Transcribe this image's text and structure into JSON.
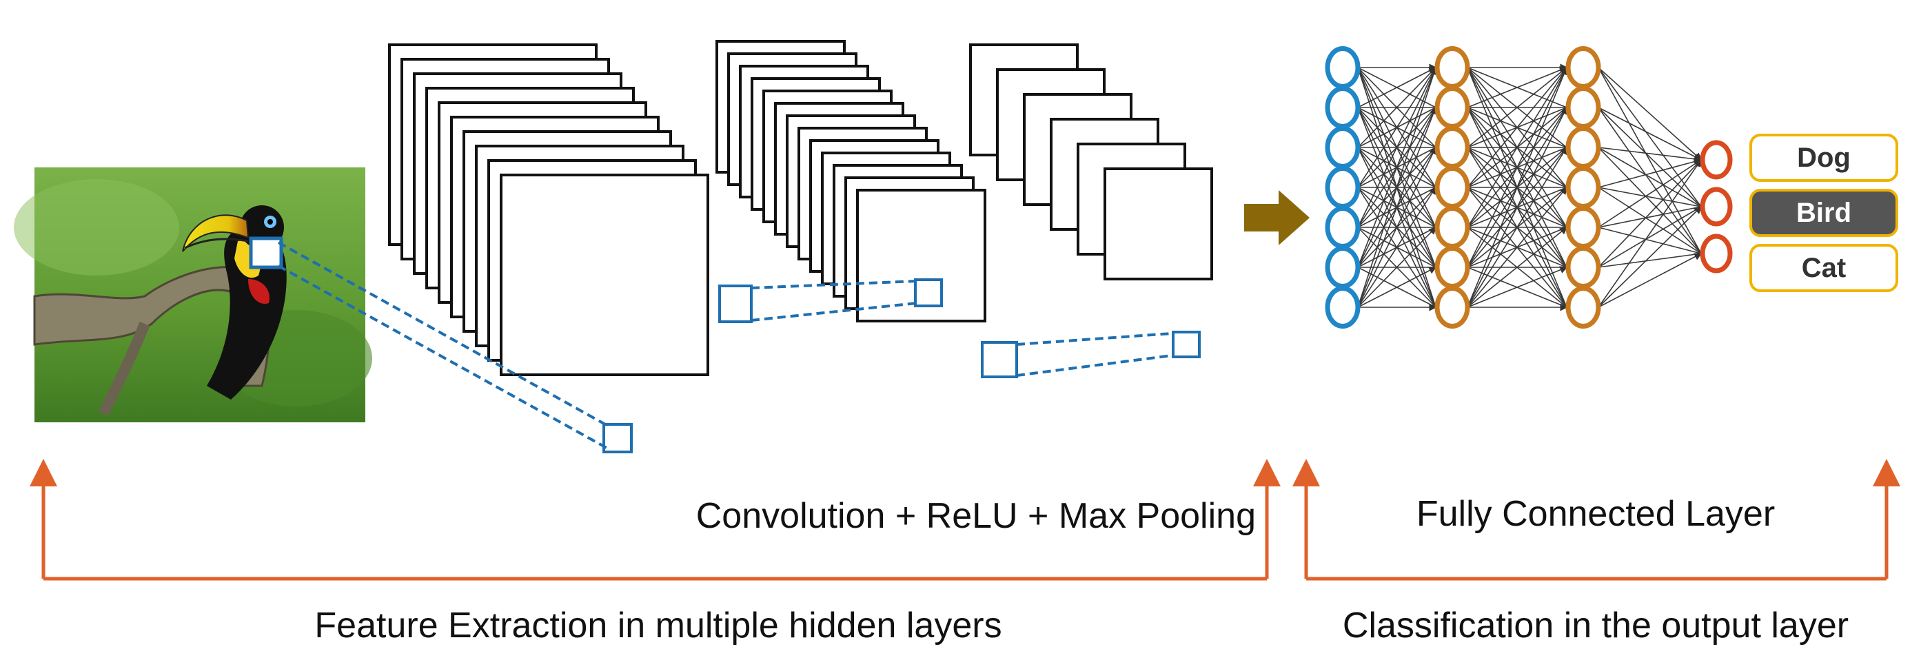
{
  "labels": {
    "conv_stage": "Convolution + ReLU + Max Pooling",
    "fc_stage": "Fully Connected Layer",
    "feature_extraction": "Feature Extraction in multiple hidden layers",
    "classification": "Classification in the output layer"
  },
  "classes": [
    {
      "label": "Dog",
      "highlighted": false
    },
    {
      "label": "Bird",
      "highlighted": true
    },
    {
      "label": "Cat",
      "highlighted": false
    }
  ],
  "input_image": {
    "subject": "toucan perched on a branch"
  },
  "network": {
    "input_neurons": 7,
    "hidden_layers": [
      7,
      7
    ],
    "output_neurons": 3
  },
  "colors": {
    "input_neuron": "#1f86c8",
    "hidden_neuron": "#c87a1e",
    "output_neuron": "#d94a1e",
    "receptive_field": "#1f6fb0",
    "bracket": "#e0622a",
    "flow_arrow": "#8a6708",
    "class_border": "#f0b400",
    "class_highlight": "#555555"
  }
}
